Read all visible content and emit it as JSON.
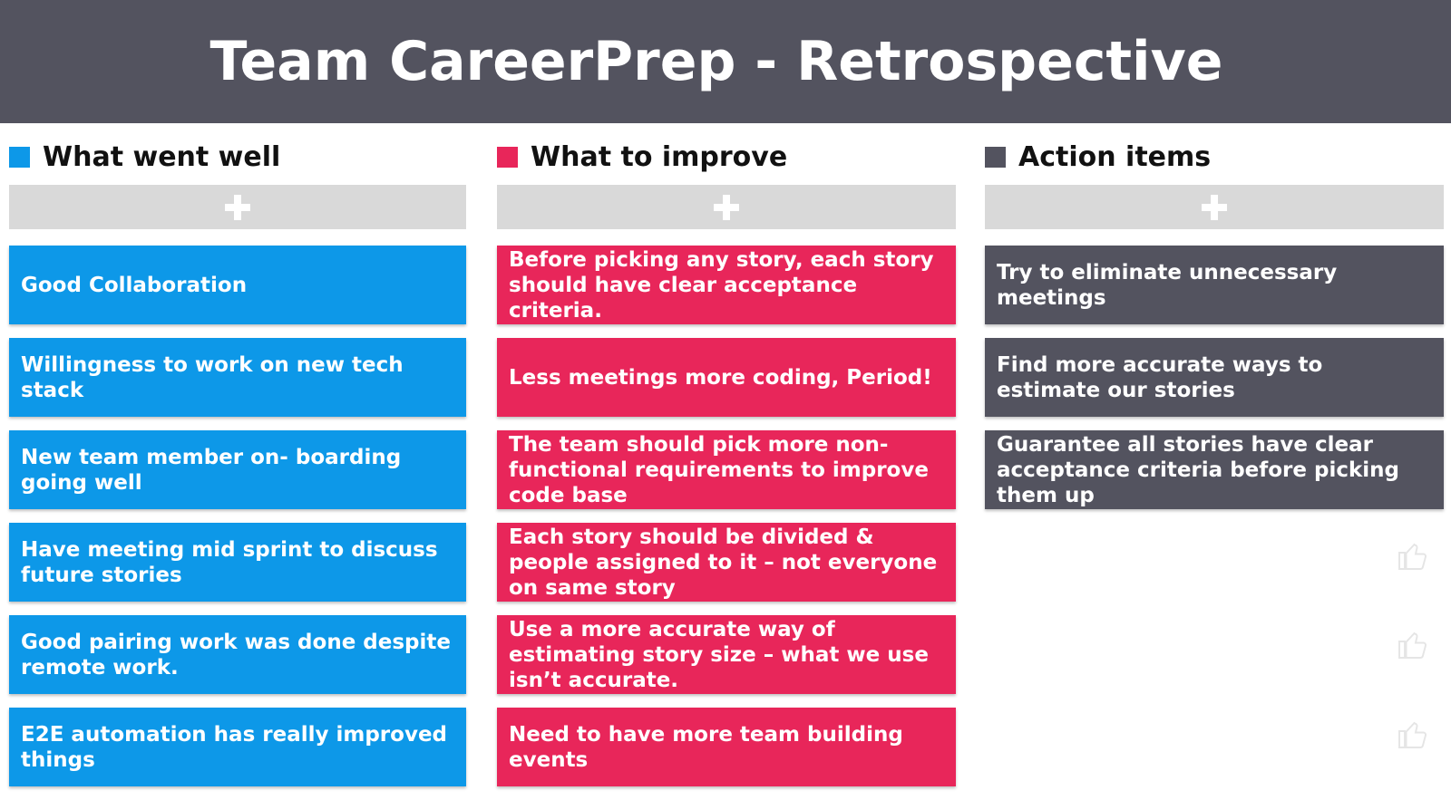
{
  "header": {
    "title": "Team CareerPrep - Retrospective"
  },
  "colors": {
    "header_bg": "#53535f",
    "went_well": "#0d98e8",
    "improve": "#e8265a",
    "action": "#53535f",
    "add_bar": "#d9d9d9"
  },
  "columns": {
    "went_well": {
      "title": "What went well",
      "add_icon": "plus-icon",
      "cards": [
        "Good Collaboration",
        "Willingness to work on new tech stack",
        "New team member on- boarding going well",
        "Have meeting mid sprint to discuss future stories",
        "Good pairing work was done despite remote work.",
        "E2E automation has really improved things"
      ]
    },
    "improve": {
      "title": "What to improve",
      "add_icon": "plus-icon",
      "cards": [
        "Before picking any story, each story should have clear acceptance criteria.",
        "Less meetings more coding, Period!",
        "The team should pick more non-functional requirements to improve code base",
        "Each story should be divided & people assigned to it – not everyone on same story",
        "Use a more accurate way of estimating story size – what we use isn’t accurate.",
        "Need to have more team building events"
      ]
    },
    "action": {
      "title": "Action items",
      "add_icon": "plus-icon",
      "cards": [
        "Try to eliminate unnecessary meetings",
        "Find more accurate ways to estimate our stories",
        "Guarantee all stories have clear acceptance criteria before picking them up"
      ]
    }
  },
  "decorations": {
    "thumb_icon": "thumbs-up-icon"
  }
}
